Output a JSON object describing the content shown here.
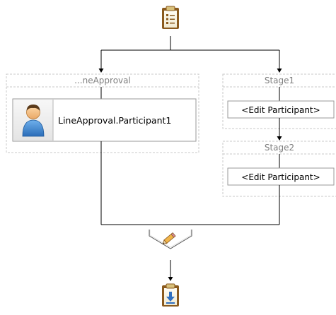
{
  "diagram": {
    "colors": {
      "connector": "#000000",
      "stage_border": "#c8c8c8",
      "stage_title": "#7f7f7f",
      "participant_border": "#9a9a9a",
      "participant_bg": "#ffffff",
      "icon_tile_bg": "#efefef",
      "clipboard_frame": "#8a5a1e",
      "clipboard_clip": "#d8c07a",
      "download_arrow": "#2f6fc0",
      "pencil": "#e6a03a"
    },
    "start_node": {
      "icon": "clipboard-list-icon"
    },
    "parallel_branches": [
      {
        "stage_title": "...neApproval",
        "participant": {
          "icon": "user-icon",
          "label": "LineApproval.Participant1"
        }
      },
      {
        "stages": [
          {
            "stage_title": "Stage1",
            "participant_label": "<Edit Participant>"
          },
          {
            "stage_title": "Stage2",
            "participant_label": "<Edit Participant>"
          }
        ]
      }
    ],
    "join_node": {
      "icon": "pencil-icon"
    },
    "end_node": {
      "icon": "clipboard-download-icon"
    }
  }
}
